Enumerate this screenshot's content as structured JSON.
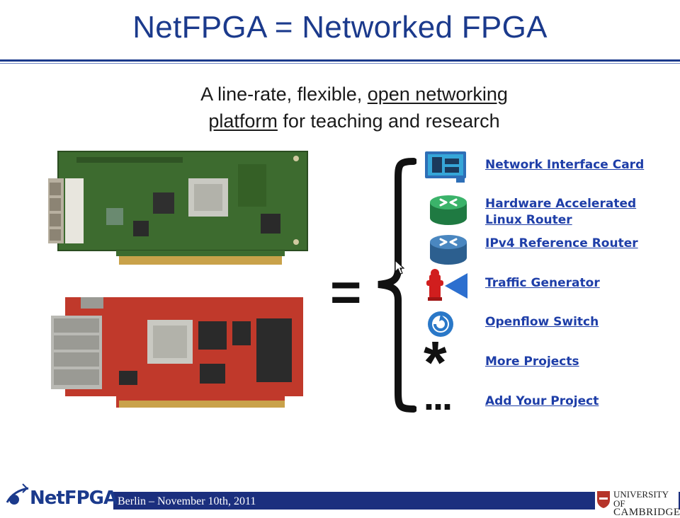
{
  "slide": {
    "title": "NetFPGA = Networked FPGA",
    "subtitle_plain_1": "A line-rate, flexible, ",
    "subtitle_underlined_1": "open networking",
    "subtitle_underlined_2": "platform",
    "subtitle_plain_2": " for teaching and research",
    "equals": "=",
    "star": "*",
    "ellipsis": "..."
  },
  "projects": [
    {
      "label": "Network Interface Card",
      "icon": "nic-card-icon"
    },
    {
      "label": "Hardware Accelerated",
      "label2": "Linux Router",
      "icon": "green-router-icon"
    },
    {
      "label": "IPv4 Reference Router",
      "icon": "blue-router-icon"
    },
    {
      "label": "Traffic Generator",
      "icon": "hydrant-icon"
    },
    {
      "label": "Openflow Switch",
      "icon": "openflow-icon"
    },
    {
      "label": "More Projects",
      "icon": "asterisk-icon"
    },
    {
      "label": "Add Your Project",
      "icon": "ellipsis-icon"
    }
  ],
  "footer": {
    "text": "Berlin – November 10th, 2011",
    "logo": "NetFPGA",
    "university_line1": "UNIVERSITY OF",
    "university_line2": "CAMBRIDGE"
  },
  "colors": {
    "title_blue": "#1b3a8c",
    "link_blue": "#1e3ea8",
    "footer_bar": "#1b2f7e",
    "board_green": "#3d6b2f",
    "board_red": "#c0392b"
  }
}
